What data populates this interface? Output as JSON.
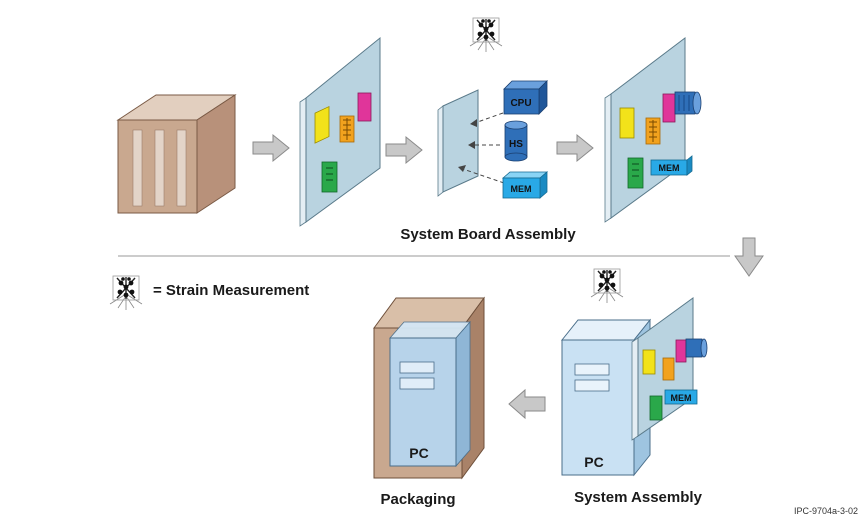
{
  "labels": {
    "system_board_assembly": "System Board Assembly",
    "strain_legend": "= Strain Measurement",
    "packaging": "Packaging",
    "system_assembly": "System Assembly",
    "figure_id": "IPC-9704a-3-02"
  },
  "components": {
    "cpu": "CPU",
    "hs": "HS",
    "mem": "MEM",
    "pc": "PC"
  },
  "colors": {
    "board_face": "#b9d3e0",
    "board_edge": "#e4eef4",
    "crate": "#c9a88f",
    "cpu_blue": "#2f6fb8",
    "mem_blue": "#29a9e6",
    "yellow_chip": "#f2e21a",
    "magenta_chip": "#e0359a",
    "green_chip": "#2aa84a",
    "orange_chip": "#f2a21e",
    "arrow_grey": "#c8c8c8",
    "pc_case": "#c9e1f3"
  }
}
